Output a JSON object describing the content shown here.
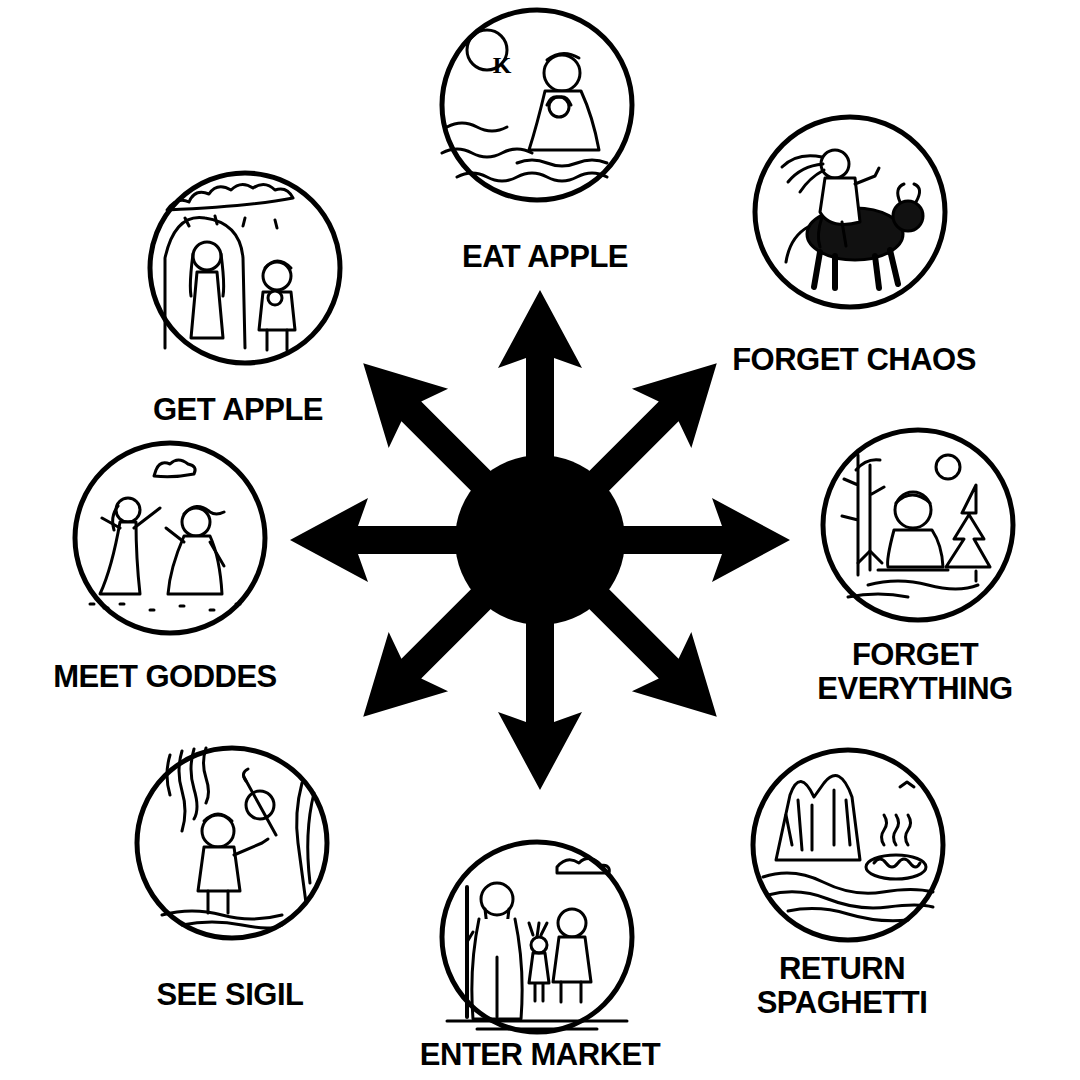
{
  "diagram": {
    "nodes": [
      {
        "text": [
          "EAT APPLE"
        ]
      },
      {
        "text": [
          "FORGET CHAOS"
        ]
      },
      {
        "text": [
          "FORGET EVERYTHING"
        ]
      },
      {
        "text": [
          "RETURN SPAGHETTI"
        ]
      },
      {
        "text": [
          "ENTER MARKET"
        ]
      },
      {
        "text": [
          "SEE SIGIL"
        ]
      },
      {
        "text": [
          "MEET GODDES"
        ]
      },
      {
        "text": [
          "GET APPLE"
        ]
      }
    ],
    "labels": [
      "K"
    ]
  }
}
